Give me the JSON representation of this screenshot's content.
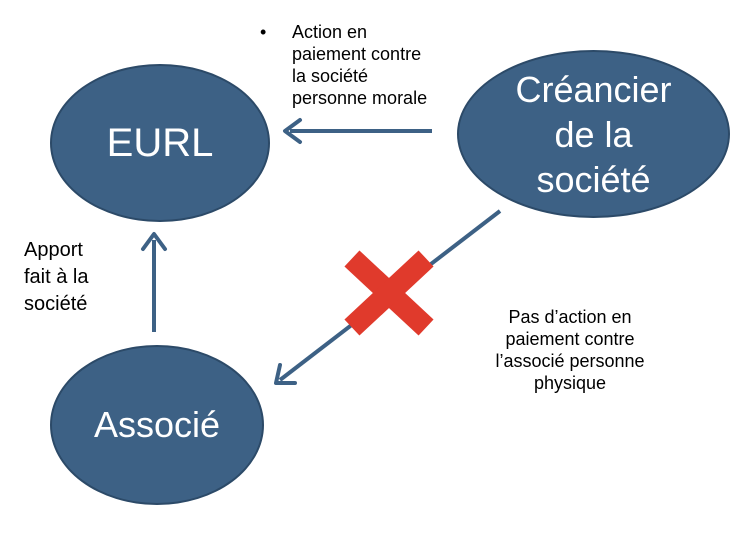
{
  "nodes": {
    "eurl": "EURL",
    "creancier": "Créancier\nde la\nsociété",
    "associe": "Associé"
  },
  "labels": {
    "bullet": "•",
    "action": "Action  en\npaiement contre\nla société\npersonne morale",
    "apport": "Apport\nfait à la\nsociété",
    "pas_action": "Pas d’action en\npaiement contre\nl’associé personne\nphysique"
  },
  "colors": {
    "node_fill": "#3d6185",
    "arrow": "#3d6185",
    "cross": "#e03a2c"
  }
}
